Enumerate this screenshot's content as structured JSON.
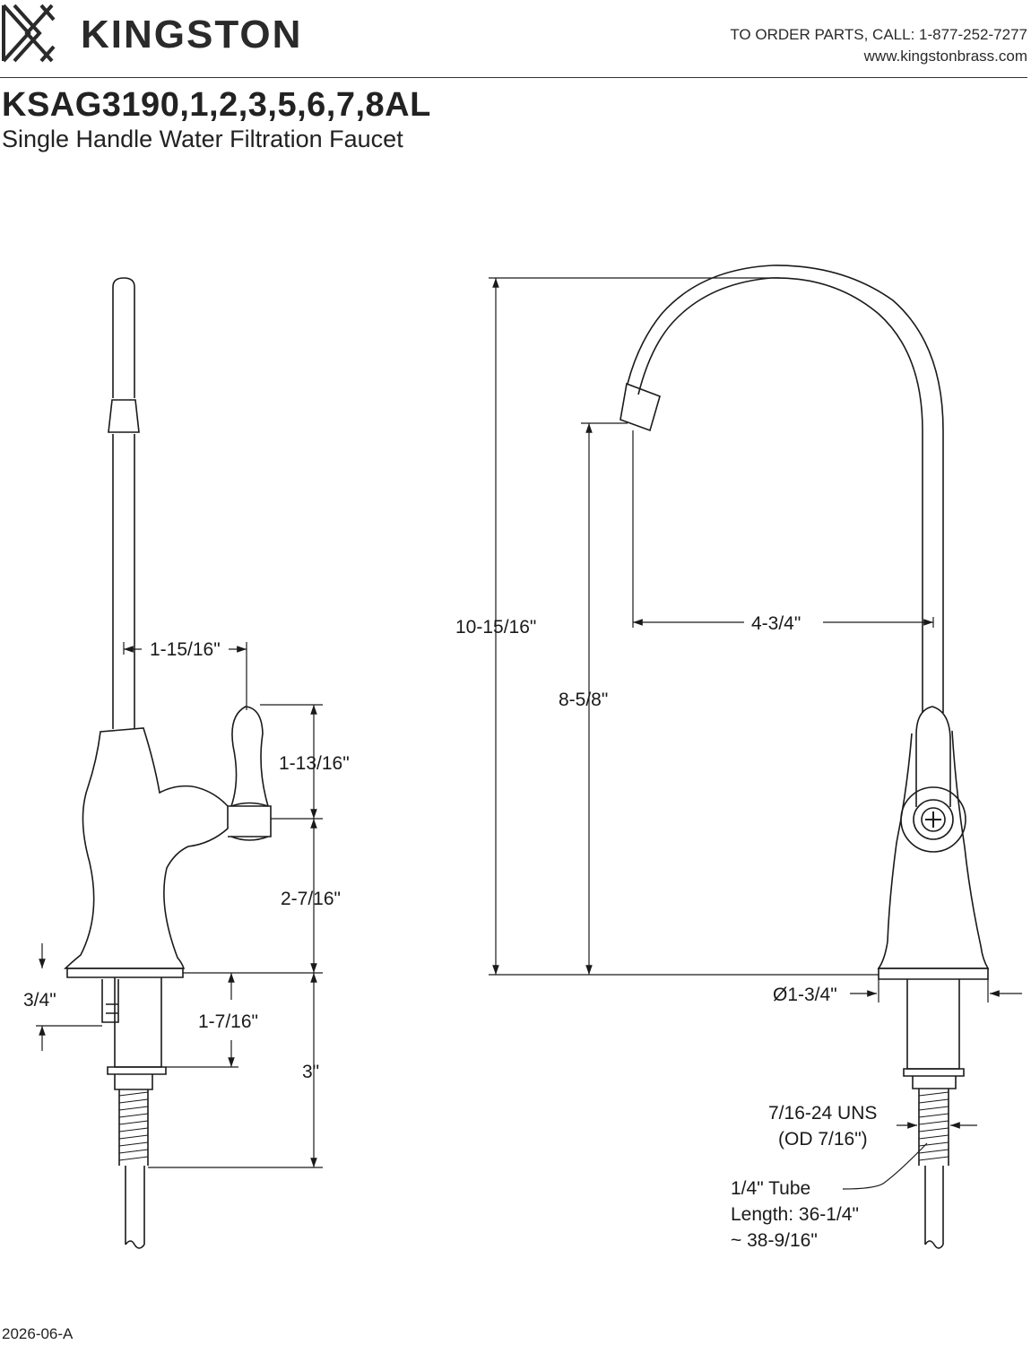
{
  "brand": {
    "name": "KINGSTON"
  },
  "contact": {
    "order_line": "TO ORDER PARTS, CALL: 1-877-252-7277",
    "website": "www.kingstonbrass.com"
  },
  "product": {
    "model": "KSAG3190,1,2,3,5,6,7,8AL",
    "name": "Single Handle Water Filtration Faucet"
  },
  "dimensions": {
    "handle_offset": "1-15/16\"",
    "handle_height": "1-13/16\"",
    "handle_to_deck": "2-7/16\"",
    "deck_flange": "3/4\"",
    "shank_section": "1-7/16\"",
    "shank_length": "3\"",
    "overall_height": "10-15/16\"",
    "spout_height": "8-5/8\"",
    "spout_reach": "4-3/4\"",
    "base_diameter": "Ø1-3/4\"",
    "thread_spec_line1": "7/16-24 UNS",
    "thread_spec_line2": "(OD 7/16\")",
    "tube_line1": "1/4\" Tube",
    "tube_line2": "Length: 36-1/4\"",
    "tube_line3": "~ 38-9/16\""
  },
  "revision": "2026-06-A"
}
